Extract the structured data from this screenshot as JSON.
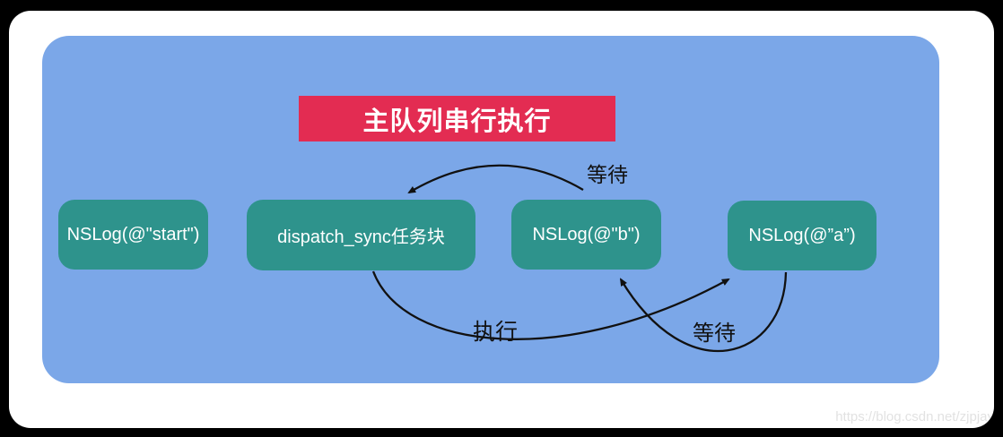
{
  "title": {
    "label": "主队列串行执行"
  },
  "boxes": [
    {
      "id": "start",
      "label": "NSLog(@\"start\")"
    },
    {
      "id": "dispatch",
      "label": "dispatch_sync任务块"
    },
    {
      "id": "b",
      "label": "NSLog(@\"b\")"
    },
    {
      "id": "a",
      "label": "NSLog(@”a”)"
    }
  ],
  "arrows": [
    {
      "label": "等待",
      "from": "NSLog(@\"b\")",
      "to": "dispatch_sync任务块"
    },
    {
      "label": "执行",
      "from": "dispatch_sync任务块",
      "to": "NSLog(@”a”)"
    },
    {
      "label": "等待",
      "from": "NSLog(@”a”)",
      "to": "NSLog(@\"b\")"
    }
  ],
  "watermark": "https://blog.csdn.net/zjpjay",
  "colors": {
    "panel_blue": "#7BA7E8",
    "node_teal": "#2E938C",
    "title_red": "#E32C52",
    "arrow_black": "#111111",
    "card_white": "#ffffff",
    "frame_black": "#000000",
    "watermark_gray": "#e2e2e2"
  }
}
